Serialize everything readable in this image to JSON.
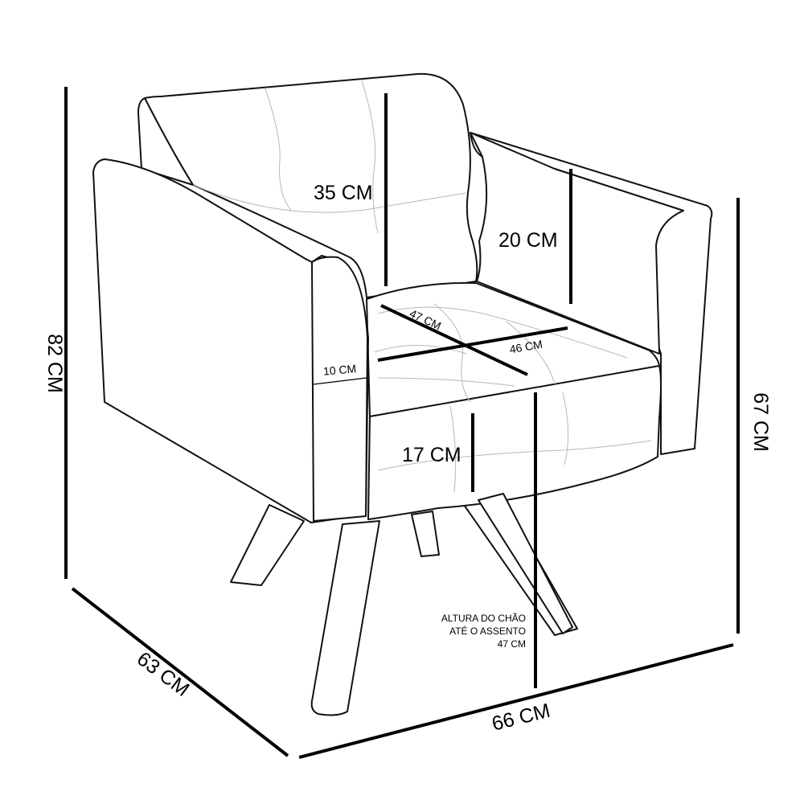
{
  "diagram": {
    "overall_height": "82 CM",
    "depth": "63 CM",
    "width": "66 CM",
    "arm_height": "67 CM",
    "backrest_height": "35 CM",
    "back_above_arm": "20 CM",
    "seat_depth": "47 CM",
    "seat_width": "46 CM",
    "arm_width": "10 CM",
    "seat_cushion_height": "17 CM",
    "seat_height_note": {
      "line1": "ALTURA DO CHÃO",
      "line2": "ATÉ O ASSENTO",
      "line3": "47 CM"
    }
  },
  "colors": {
    "line": "#000000",
    "outline": "#111111",
    "tufting": "#b8b8b8",
    "background": "#ffffff"
  }
}
